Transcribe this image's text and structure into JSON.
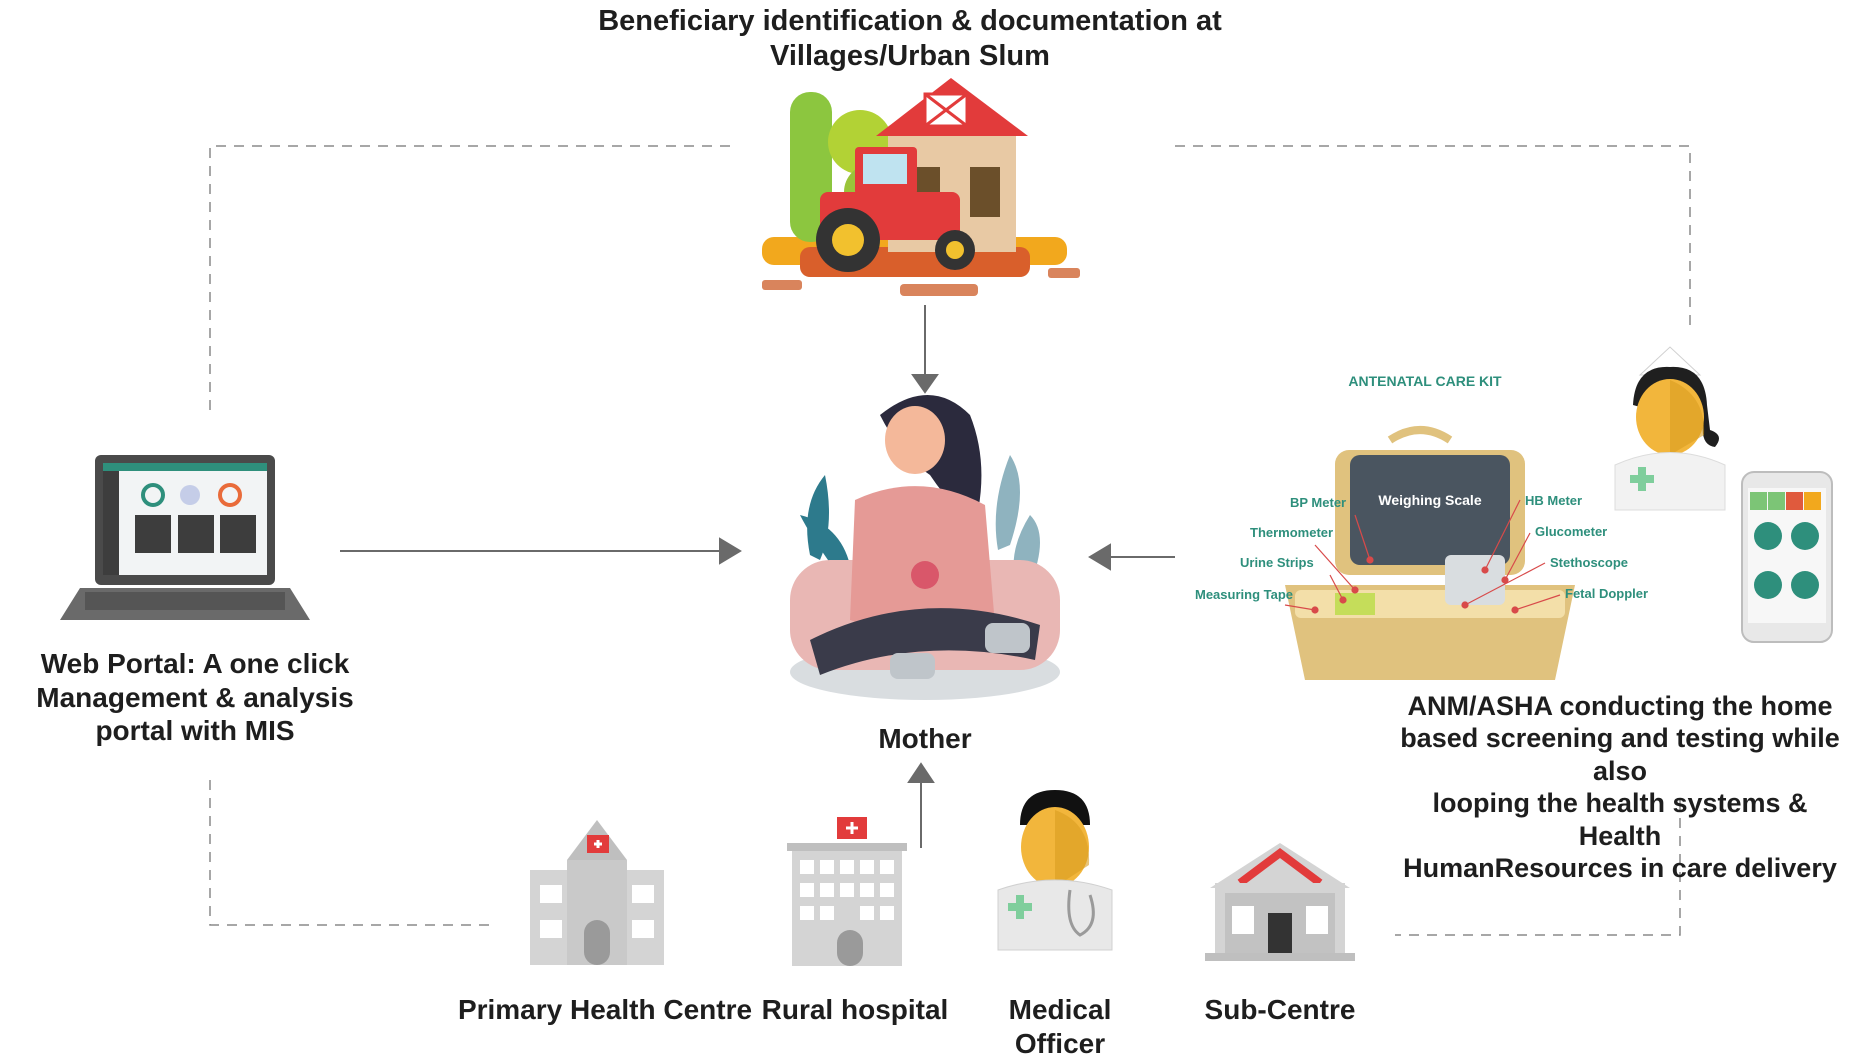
{
  "title": {
    "line1": "Beneficiary identification & documentation at",
    "line2": "Villages/Urban Slum"
  },
  "center": {
    "label": "Mother"
  },
  "web_portal": {
    "line1": "Web Portal: A one click",
    "line2": "Management & analysis",
    "line3": "portal with MIS"
  },
  "kit": {
    "title": "ANTENATAL CARE KIT",
    "scale_label": "Weighing Scale",
    "items": {
      "bp": "BP Meter",
      "thermo": "Thermometer",
      "urine": "Urine Strips",
      "tape": "Measuring Tape",
      "hb": "HB Meter",
      "gluco": "Glucometer",
      "stetho": "Stethoscope",
      "doppler": "Fetal Doppler"
    }
  },
  "anm": {
    "line1": "ANM/ASHA conducting the home",
    "line2": "based screening and testing while also",
    "line3": "looping the health systems & Health",
    "line4": "HumanResources in care delivery"
  },
  "facilities": {
    "phc": "Primary Health Centre",
    "rural": "Rural hospital",
    "officer": "Medical Officer",
    "sub": "Sub-Centre"
  },
  "colors": {
    "arrow": "#6a6a6a",
    "kit_text": "#2e8f7c",
    "barn_red": "#e23b3b",
    "building_gray": "#c9c9c9"
  }
}
